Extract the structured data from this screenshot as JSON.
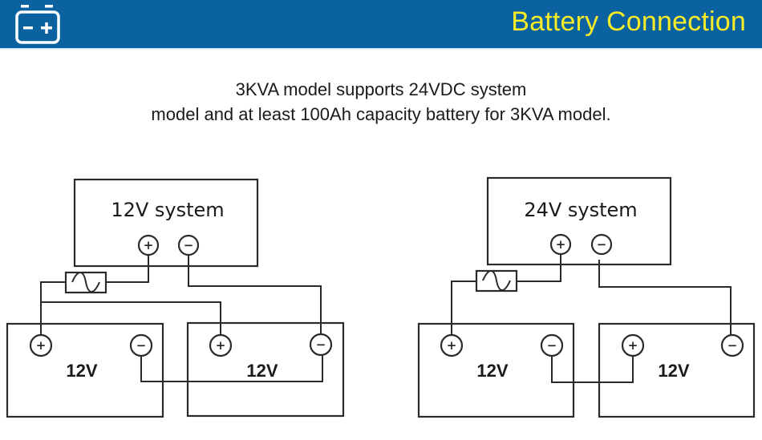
{
  "header": {
    "icon": "battery-icon",
    "title": "Battery Connection",
    "colors": {
      "background": "#0a62a0",
      "title": "#f7ec27",
      "icon": "#ffffff"
    }
  },
  "caption": {
    "line1": "3KVA model supports 24VDC system",
    "line2": "model and at least 100Ah capacity battery for 3KVA model."
  },
  "diagrams": [
    {
      "id": "parallel",
      "system_label": "12V system",
      "batteries": [
        {
          "label": "12V"
        },
        {
          "label": "12V"
        }
      ],
      "connection": "parallel",
      "fuse": "fuse-icon",
      "terminals": {
        "positive": "+",
        "negative": "−"
      }
    },
    {
      "id": "series",
      "system_label": "24V system",
      "batteries": [
        {
          "label": "12V"
        },
        {
          "label": "12V"
        }
      ],
      "connection": "series",
      "fuse": "fuse-icon",
      "terminals": {
        "positive": "+",
        "negative": "−"
      }
    }
  ]
}
